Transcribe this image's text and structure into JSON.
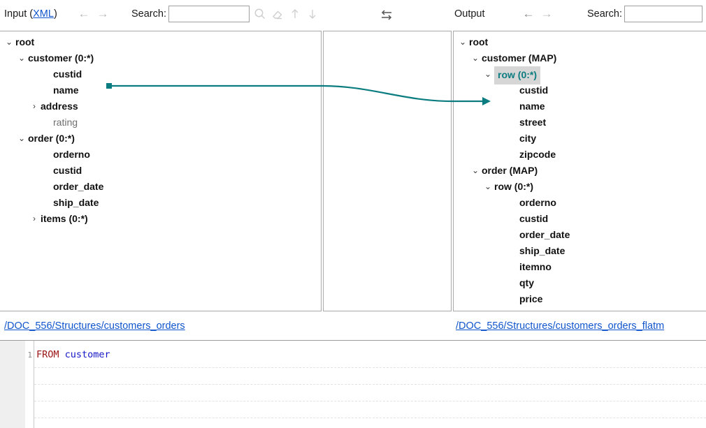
{
  "toolbar": {
    "input_label": "Input (",
    "input_format": "XML",
    "input_label_close": ")",
    "search_label_left": "Search:",
    "search_value_left": "",
    "search_placeholder_left": "",
    "output_label": "Output",
    "search_label_right": "Search:",
    "search_value_right": "",
    "search_placeholder_right": "",
    "back_arrow": "←",
    "forward_arrow": "→",
    "find_icon": "search-icon",
    "clear_icon": "eraser-icon",
    "prev_icon": "arrow-up-icon",
    "next_icon": "arrow-down-icon",
    "swap_icon": "swap-icon"
  },
  "colors": {
    "link": "#1155cc",
    "connector": "#0b7c80",
    "selection_text": "#0b7c80",
    "selection_bg": "#d6d6d6",
    "keyword": "#9b1212",
    "identifier": "#1616c8",
    "muted_text": "#6e6e6e"
  },
  "input_tree": {
    "nodes": [
      {
        "label": "root",
        "depth": 0,
        "twist": "⌄",
        "state": "expanded",
        "style": "normal"
      },
      {
        "label": "customer (0:*)",
        "depth": 1,
        "twist": "⌄",
        "state": "expanded",
        "style": "normal"
      },
      {
        "label": "custid",
        "depth": 3,
        "twist": "",
        "state": "leaf",
        "style": "normal"
      },
      {
        "label": "name",
        "depth": 3,
        "twist": "",
        "state": "leaf",
        "style": "normal"
      },
      {
        "label": "address",
        "depth": 2,
        "twist": "›",
        "state": "collapsed",
        "style": "normal"
      },
      {
        "label": "rating",
        "depth": 3,
        "twist": "",
        "state": "leaf",
        "style": "dim"
      },
      {
        "label": "order (0:*)",
        "depth": 1,
        "twist": "⌄",
        "state": "expanded",
        "style": "normal"
      },
      {
        "label": "orderno",
        "depth": 3,
        "twist": "",
        "state": "leaf",
        "style": "normal"
      },
      {
        "label": "custid",
        "depth": 3,
        "twist": "",
        "state": "leaf",
        "style": "normal"
      },
      {
        "label": "order_date",
        "depth": 3,
        "twist": "",
        "state": "leaf",
        "style": "normal"
      },
      {
        "label": "ship_date",
        "depth": 3,
        "twist": "",
        "state": "leaf",
        "style": "normal"
      },
      {
        "label": "items (0:*)",
        "depth": 2,
        "twist": "›",
        "state": "collapsed",
        "style": "normal"
      }
    ]
  },
  "output_tree": {
    "nodes": [
      {
        "label": "root",
        "depth": 0,
        "twist": "⌄",
        "state": "expanded",
        "style": "normal",
        "selected": false
      },
      {
        "label": "customer (MAP)",
        "depth": 1,
        "twist": "⌄",
        "state": "expanded",
        "style": "normal",
        "selected": false
      },
      {
        "label": "row (0:*)",
        "depth": 2,
        "twist": "⌄",
        "state": "expanded",
        "style": "normal",
        "selected": true
      },
      {
        "label": "custid",
        "depth": 4,
        "twist": "",
        "state": "leaf",
        "style": "normal",
        "selected": false
      },
      {
        "label": "name",
        "depth": 4,
        "twist": "",
        "state": "leaf",
        "style": "normal",
        "selected": false
      },
      {
        "label": "street",
        "depth": 4,
        "twist": "",
        "state": "leaf",
        "style": "normal",
        "selected": false
      },
      {
        "label": "city",
        "depth": 4,
        "twist": "",
        "state": "leaf",
        "style": "normal",
        "selected": false
      },
      {
        "label": "zipcode",
        "depth": 4,
        "twist": "",
        "state": "leaf",
        "style": "normal",
        "selected": false
      },
      {
        "label": "order (MAP)",
        "depth": 1,
        "twist": "⌄",
        "state": "expanded",
        "style": "normal",
        "selected": false
      },
      {
        "label": "row (0:*)",
        "depth": 2,
        "twist": "⌄",
        "state": "expanded",
        "style": "normal",
        "selected": false
      },
      {
        "label": "orderno",
        "depth": 4,
        "twist": "",
        "state": "leaf",
        "style": "normal",
        "selected": false
      },
      {
        "label": "custid",
        "depth": 4,
        "twist": "",
        "state": "leaf",
        "style": "normal",
        "selected": false
      },
      {
        "label": "order_date",
        "depth": 4,
        "twist": "",
        "state": "leaf",
        "style": "normal",
        "selected": false
      },
      {
        "label": "ship_date",
        "depth": 4,
        "twist": "",
        "state": "leaf",
        "style": "normal",
        "selected": false
      },
      {
        "label": "itemno",
        "depth": 4,
        "twist": "",
        "state": "leaf",
        "style": "normal",
        "selected": false
      },
      {
        "label": "qty",
        "depth": 4,
        "twist": "",
        "state": "leaf",
        "style": "normal",
        "selected": false
      },
      {
        "label": "price",
        "depth": 4,
        "twist": "",
        "state": "leaf",
        "style": "normal",
        "selected": false
      }
    ]
  },
  "mapping": {
    "source_node": "customer (0:*)",
    "target_node": "row (0:*)"
  },
  "footer": {
    "input_path": "/DOC_556/Structures/customers_orders",
    "output_path": "/DOC_556/Structures/customers_orders_flatm"
  },
  "editor": {
    "line_number": "1",
    "keyword": "FROM",
    "identifier": "customer"
  }
}
